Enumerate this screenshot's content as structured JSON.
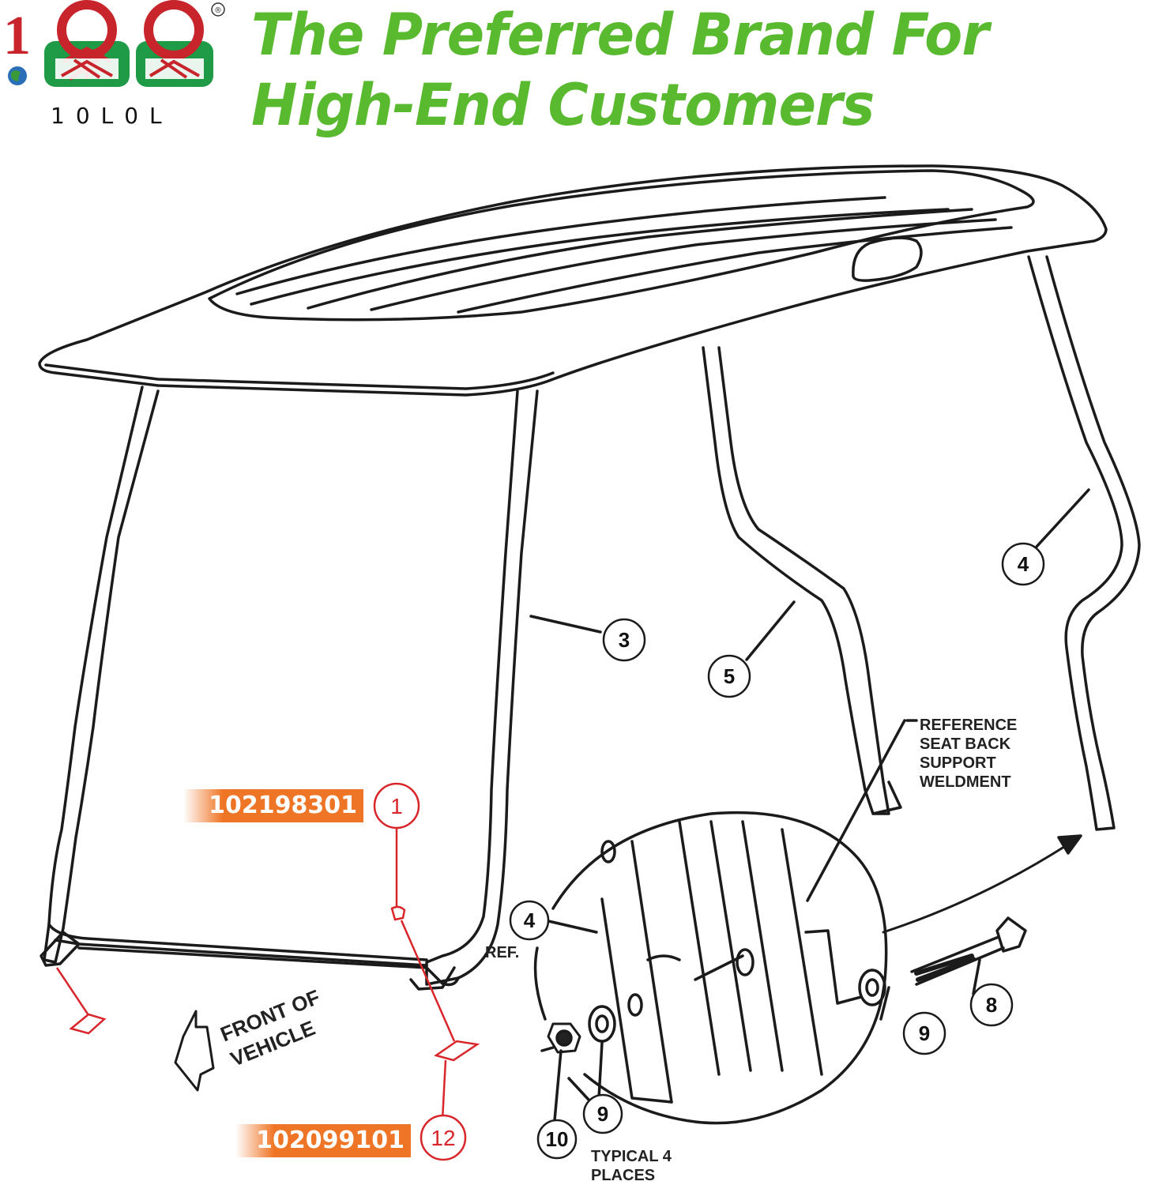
{
  "brand": {
    "logo_text": "10L0L",
    "registered_mark": "®"
  },
  "headline": "The Preferred Brand For High-End Customers",
  "colors": {
    "headline_green": "#5aba2f",
    "tag_orange": "#ef7526",
    "callout_red": "#d8262b",
    "logo_red": "#c8242b",
    "logo_green": "#1f9a47"
  },
  "part_tags": [
    {
      "part_number": "102198301",
      "callout": "1"
    },
    {
      "part_number": "102099101",
      "callout": "12"
    }
  ],
  "callouts": [
    "1",
    "3",
    "4",
    "5",
    "4",
    "8",
    "9",
    "9",
    "10",
    "12"
  ],
  "labels": {
    "reference_lines": [
      "REFERENCE",
      "SEAT BACK",
      "SUPPORT",
      "WELDMENT"
    ],
    "ref": "REF.",
    "front_of_vehicle": [
      "FRONT OF",
      "VEHICLE"
    ],
    "typical": [
      "TYPICAL 4",
      "PLACES"
    ]
  }
}
